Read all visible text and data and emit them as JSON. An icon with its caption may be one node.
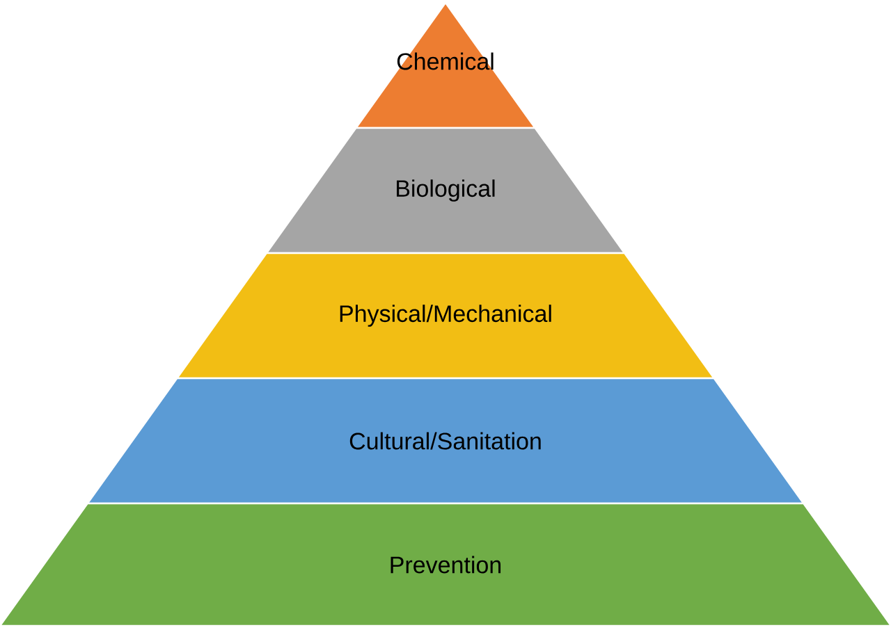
{
  "diagram": {
    "nodes": [
      {
        "text": [
          "Chemical"
        ]
      },
      {
        "text": [
          "Biological"
        ]
      },
      {
        "text": [
          "Physical/Mechanical"
        ]
      },
      {
        "text": [
          "Cultural/Sanitation"
        ]
      },
      {
        "text": [
          "Prevention"
        ]
      }
    ]
  }
}
